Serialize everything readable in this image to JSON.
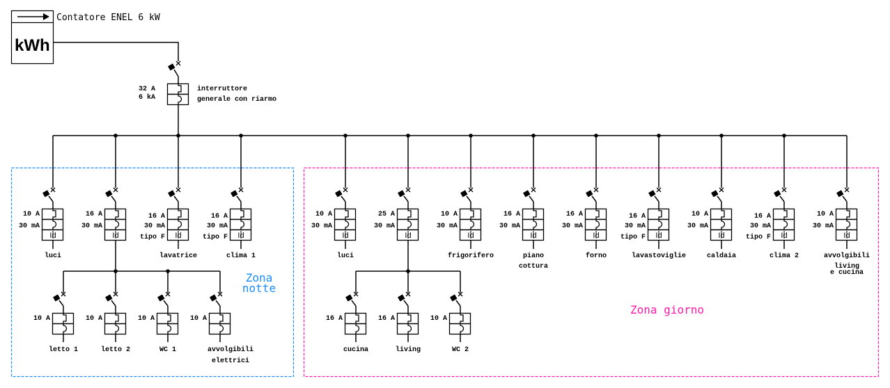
{
  "meter": {
    "title": "Contatore ENEL 6 kW",
    "unit": "kWh"
  },
  "main_breaker": {
    "rating": "32 A",
    "breaking_capacity": "6 kA",
    "description_line1": "interruttore",
    "description_line2": "generale con riarmo"
  },
  "zones": {
    "notte": {
      "label_line1": "Zona",
      "label_line2": "notte",
      "color": "#1a8cff"
    },
    "giorno": {
      "label": "Zona giorno",
      "color": "#ff1aa8"
    }
  },
  "circuits": [
    {
      "zone": "notte",
      "rating": "10 A",
      "diff": "30 mA",
      "type": "",
      "name": [
        "luci"
      ]
    },
    {
      "zone": "notte",
      "rating": "16 A",
      "diff": "30 mA",
      "type": "",
      "name": [
        ""
      ]
    },
    {
      "zone": "notte",
      "rating": "16 A",
      "diff": "30 mA",
      "type": "tipo F",
      "name": [
        "lavatrice"
      ]
    },
    {
      "zone": "notte",
      "rating": "16 A",
      "diff": "30 mA",
      "type": "tipo F",
      "name": [
        "clima 1"
      ]
    },
    {
      "zone": "giorno",
      "rating": "10 A",
      "diff": "30 mA",
      "type": "",
      "name": [
        "luci"
      ]
    },
    {
      "zone": "giorno",
      "rating": "25 A",
      "diff": "30 mA",
      "type": "",
      "name": [
        ""
      ]
    },
    {
      "zone": "giorno",
      "rating": "10 A",
      "diff": "30 mA",
      "type": "",
      "name": [
        "frigorifero"
      ]
    },
    {
      "zone": "giorno",
      "rating": "16 A",
      "diff": "30 mA",
      "type": "",
      "name": [
        "piano",
        "cottura"
      ]
    },
    {
      "zone": "giorno",
      "rating": "16 A",
      "diff": "30 mA",
      "type": "",
      "name": [
        "forno"
      ]
    },
    {
      "zone": "giorno",
      "rating": "16 A",
      "diff": "30 mA",
      "type": "tipo F",
      "name": [
        "lavastoviglie"
      ]
    },
    {
      "zone": "giorno",
      "rating": "10 A",
      "diff": "30 mA",
      "type": "",
      "name": [
        "caldaia"
      ]
    },
    {
      "zone": "giorno",
      "rating": "16 A",
      "diff": "30 mA",
      "type": "tipo F",
      "name": [
        "clima 2"
      ]
    },
    {
      "zone": "giorno",
      "rating": "10 A",
      "diff": "30 mA",
      "type": "",
      "name": [
        "avvolgibili",
        "living",
        "e cucina"
      ]
    }
  ],
  "sub_circuits": [
    {
      "parent": 1,
      "rating": "10 A",
      "name": [
        "letto 1"
      ]
    },
    {
      "parent": 1,
      "rating": "10 A",
      "name": [
        "letto 2"
      ]
    },
    {
      "parent": 1,
      "rating": "10 A",
      "name": [
        "WC 1"
      ]
    },
    {
      "parent": 1,
      "rating": "10 A",
      "name": [
        "avvolgibili",
        "elettrici"
      ]
    },
    {
      "parent": 5,
      "rating": "16 A",
      "name": [
        "cucina"
      ]
    },
    {
      "parent": 5,
      "rating": "16 A",
      "name": [
        "living"
      ]
    },
    {
      "parent": 5,
      "rating": "10 A",
      "name": [
        "WC 2"
      ]
    }
  ]
}
